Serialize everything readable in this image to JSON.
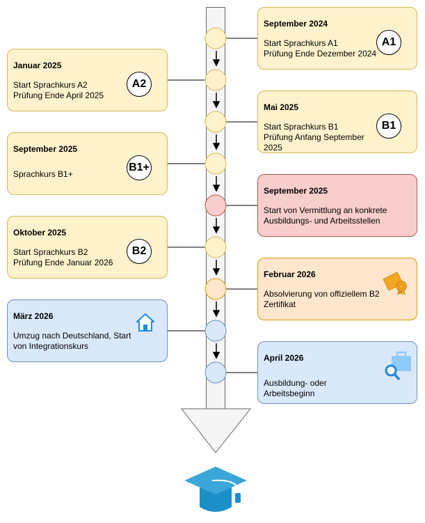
{
  "milestones": [
    {
      "date": "September 2024",
      "line1": "Start Sprachkurs A1",
      "line2": "Prüfung Ende Dezember 2024",
      "badge": "A1",
      "color": "yellow",
      "side": "right"
    },
    {
      "date": "Januar 2025",
      "line1": "Start Sprachkurs A2",
      "line2": "Prüfung Ende April 2025",
      "badge": "A2",
      "color": "yellow",
      "side": "left"
    },
    {
      "date": "Mai 2025",
      "line1": "Start Sprachkurs B1",
      "line2": "Prüfung Anfang September 2025",
      "badge": "B1",
      "color": "yellow",
      "side": "right"
    },
    {
      "date": "September 2025",
      "line1": "Sprachkurs B1+",
      "line2": "",
      "badge": "B1+",
      "color": "yellow",
      "side": "left"
    },
    {
      "date": "September 2025",
      "line1": "Start von Vermittlung an konkrete Ausbildungs- und Arbeitsstellen",
      "line2": "",
      "badge": "",
      "color": "red",
      "side": "right"
    },
    {
      "date": "Oktober 2025",
      "line1": "Start Sprachkurs B2",
      "line2": "Prüfung Ende Januar 2026",
      "badge": "B2",
      "color": "yellow",
      "side": "left"
    },
    {
      "date": "Februar 2026",
      "line1": "Absolvierung von offiziellem B2 Zertifikat",
      "line2": "",
      "badge": "",
      "icon": "certificate-icon",
      "color": "orange",
      "side": "right"
    },
    {
      "date": "März 2026",
      "line1": "Umzug nach Deutschland, Start von Integrationskurs",
      "line2": "",
      "badge": "",
      "icon": "house-icon",
      "color": "blue",
      "side": "left"
    },
    {
      "date": "April 2026",
      "line1": "Ausbildung- oder Arbeitsbeginn",
      "line2": "",
      "badge": "",
      "icon": "job-search-icon",
      "color": "blue",
      "side": "right"
    }
  ],
  "end_icon": "graduation-cap-icon",
  "colors": {
    "yellow": "#fff2cc",
    "red": "#f8cecc",
    "orange": "#ffe6cc",
    "blue": "#dae8fc"
  }
}
